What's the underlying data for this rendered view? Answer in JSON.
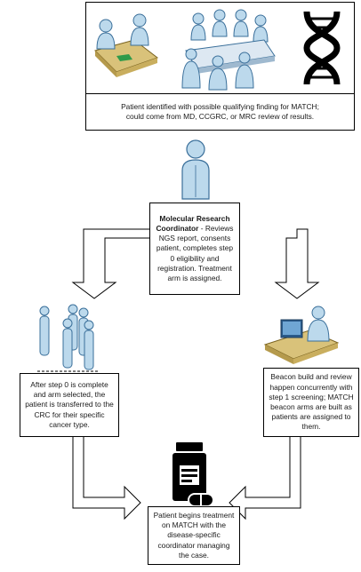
{
  "steps": {
    "identification": "Patient identified with possible qualifying finding for MATCH; could come from MD, CCGRC, or MRC review of results.",
    "coordinator_title": "Molecular Research Coordinator",
    "coordinator_rest": " - Reviews NGS report, consents patient, completes step 0 eligibility and registration. Treatment arm is assigned.",
    "transfer": "After step 0 is complete and arm selected, the patient is transferred to the CRC for their specific cancer type.",
    "beacon": "Beacon build and review happen concurrently with step 1 screening; MATCH beacon arms are built as patients are assigned to them.",
    "treatment": "Patient begins treatment on MATCH with the disease-specific coordinator managing the case."
  },
  "icons": {
    "meeting": "clinician-meeting-icon",
    "committee": "review-committee-icon",
    "dna": "dna-helix-icon",
    "coordinator": "person-icon",
    "group": "patient-group-icon",
    "workstation": "computer-workstation-icon",
    "medication": "medication-bottle-icon"
  },
  "colors": {
    "figure_fill": "#bcd9ec",
    "figure_stroke": "#3a6f9a",
    "desk": "#d9c27a",
    "line": "#000000"
  }
}
